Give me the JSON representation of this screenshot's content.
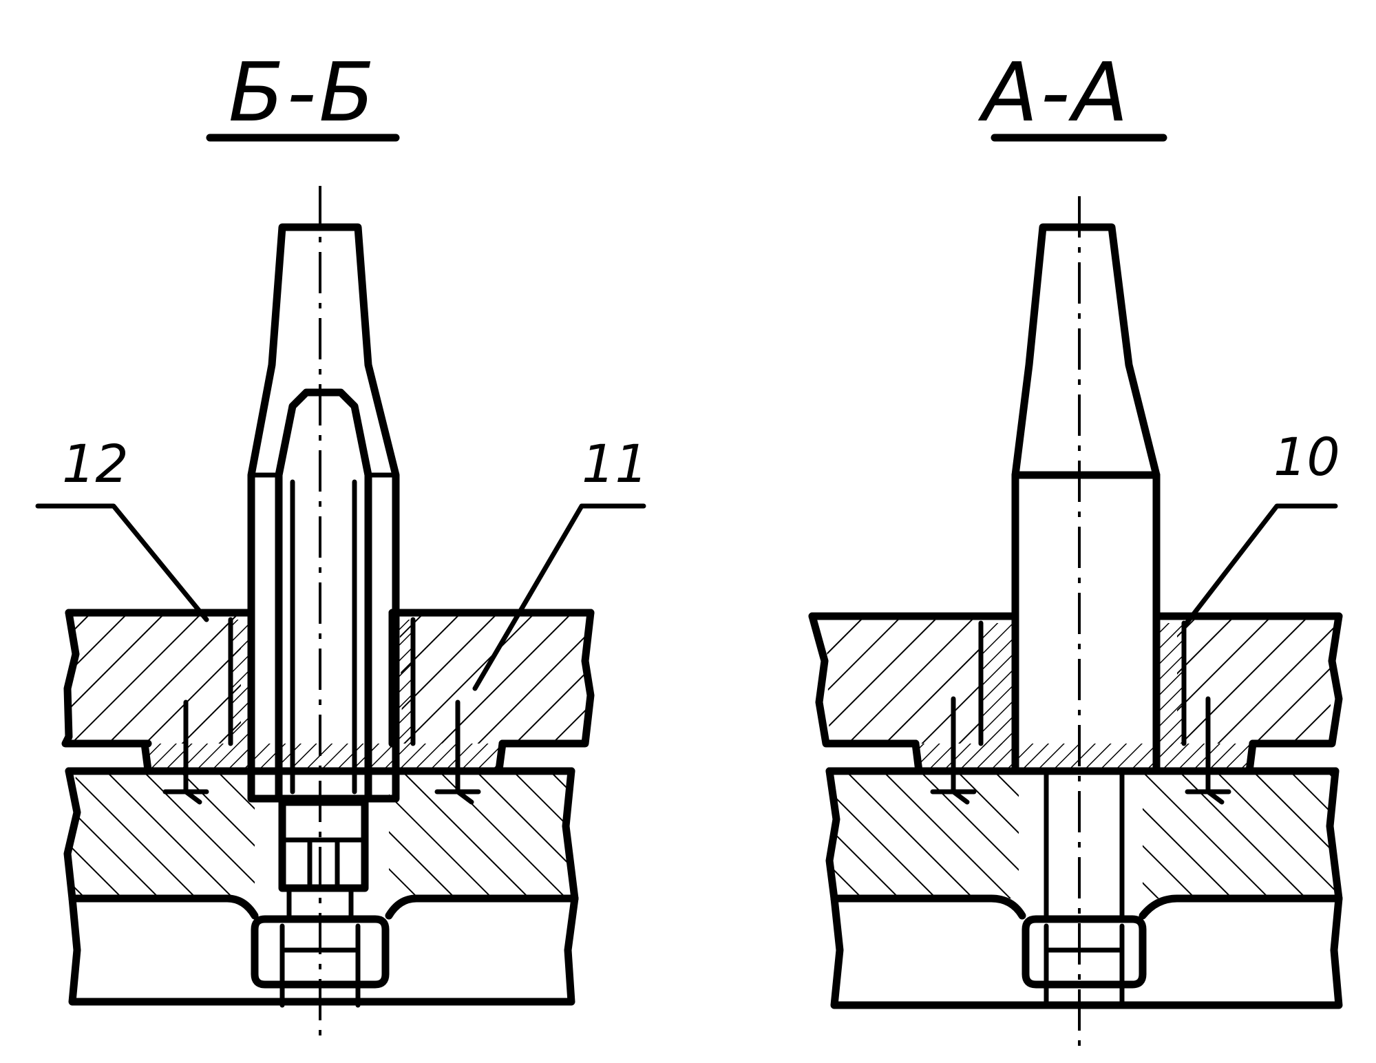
{
  "sections": [
    {
      "title": "Б-Б",
      "callouts": [
        "12",
        "11"
      ]
    },
    {
      "title": "А-А",
      "callouts": [
        "10"
      ]
    }
  ],
  "colors": {
    "line": "#000000",
    "background": "#ffffff"
  }
}
